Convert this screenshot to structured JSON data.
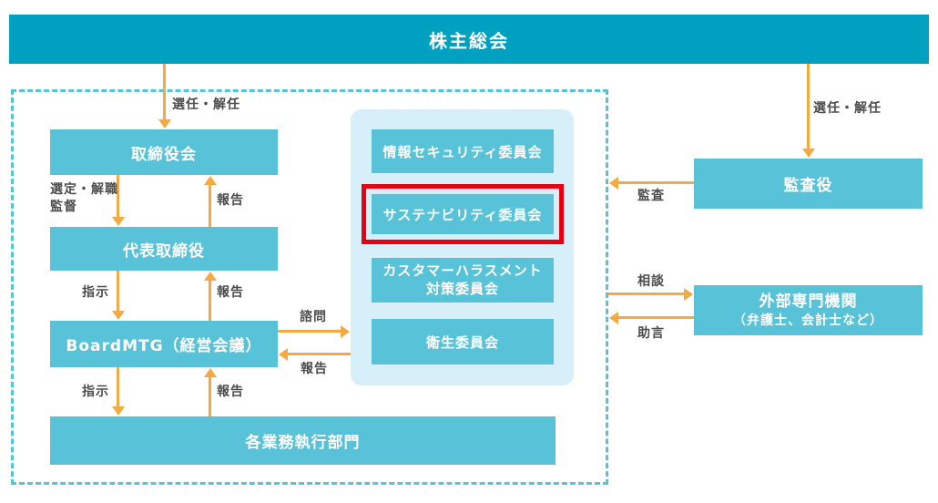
{
  "nodes": {
    "shareholders": "株主総会",
    "board": "取締役会",
    "representative_director": "代表取締役",
    "board_mtg": "BoardMTG（経営会議）",
    "departments": "各業務執行部門",
    "auditor": "監査役",
    "external_org": "外部専門機関",
    "external_org_detail": "（弁護士、会計士など）"
  },
  "committees": {
    "info_security": "情報セキュリティ委員会",
    "sustainability": "サステナビリティ委員会",
    "customer_harassment_line1": "カスタマーハラスメント",
    "customer_harassment_line2": "対策委員会",
    "health": "衛生委員会"
  },
  "flow_labels": {
    "appoint_dismiss_left": "選任・解任",
    "appoint_dismiss_right": "選任・解任",
    "select_dismiss": "選定・解職",
    "supervise": "監督",
    "report_to_board": "報告",
    "instruct_mtg": "指示",
    "report_to_rep": "報告",
    "instruct_depts": "指示",
    "report_to_mtg": "報告",
    "consult_committee": "諮問",
    "committee_report": "報告",
    "audit": "監査",
    "consult_external": "相談",
    "advice_external": "助言"
  },
  "colors": {
    "banner": "#00a0c1",
    "node_box": "#58c3d8",
    "committee_panel": "#d6eff8",
    "arrow": "#f7a941",
    "highlight_border": "#e60012",
    "dotted_frame": "#53c4da",
    "flow_label_text": "#4c4c4c"
  }
}
